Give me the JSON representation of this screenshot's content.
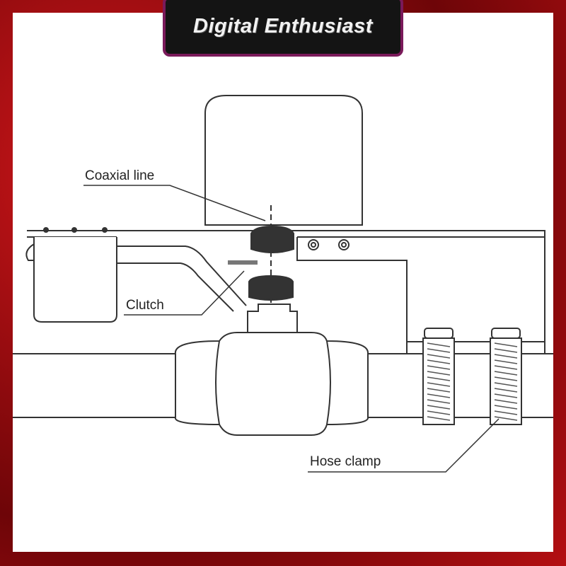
{
  "brand": {
    "title": "Digital Enthusiast"
  },
  "labels": {
    "coaxial_line": "Coaxial line",
    "clutch": "Clutch",
    "hose_clamp": "Hose clamp"
  },
  "colors": {
    "frame": "#b40f12",
    "banner": "#141414",
    "line": "#333333"
  }
}
